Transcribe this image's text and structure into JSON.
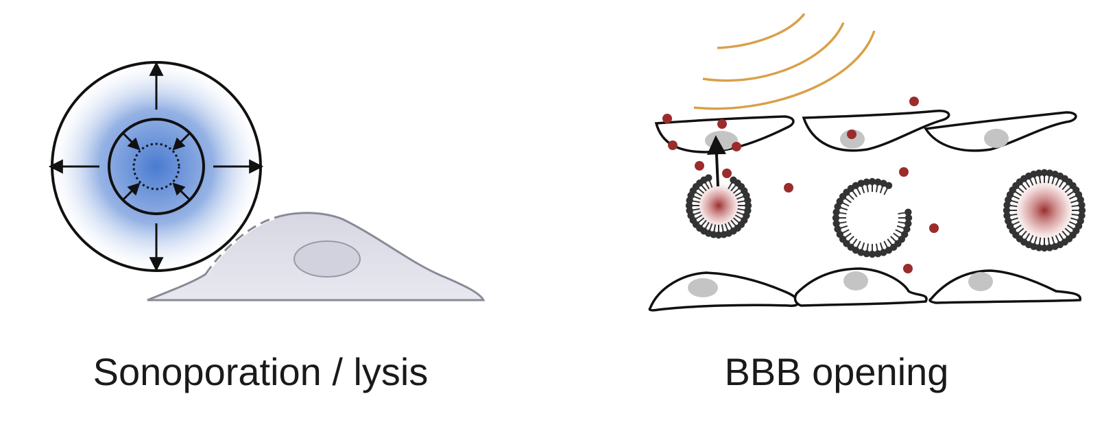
{
  "panels": [
    {
      "id": "sonoporation",
      "label": "Sonoporation / lysis"
    },
    {
      "id": "bbb",
      "label": "BBB opening"
    }
  ],
  "colors": {
    "bubble": "#4f7fcf",
    "cell_fill": "#dedee8",
    "cell_stroke": "#8a8a96",
    "ultrasound_wave": "#d9a04a",
    "drug_particle": "#9b2c2c",
    "lipid_shell": "#333333",
    "nucleus": "#c4c4c4"
  }
}
